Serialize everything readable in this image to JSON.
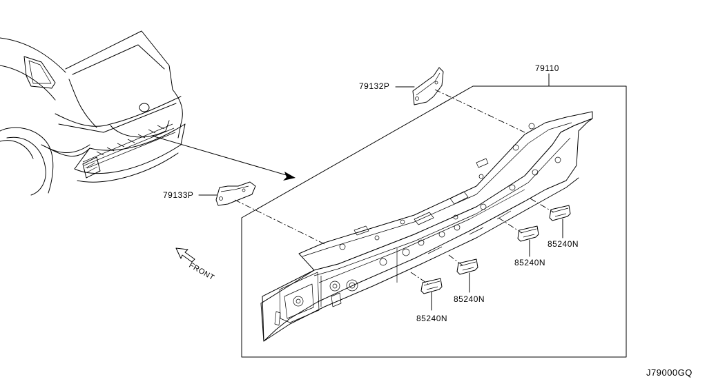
{
  "diagram": {
    "drawing_code": "J79000GQ",
    "direction_label": "FRONT",
    "parts": {
      "main_panel": "79110",
      "upper_bracket": "79132P",
      "left_bracket": "79133P",
      "clip_1": "85240N",
      "clip_2": "85240N",
      "clip_3": "85240N",
      "clip_4": "85240N"
    }
  }
}
